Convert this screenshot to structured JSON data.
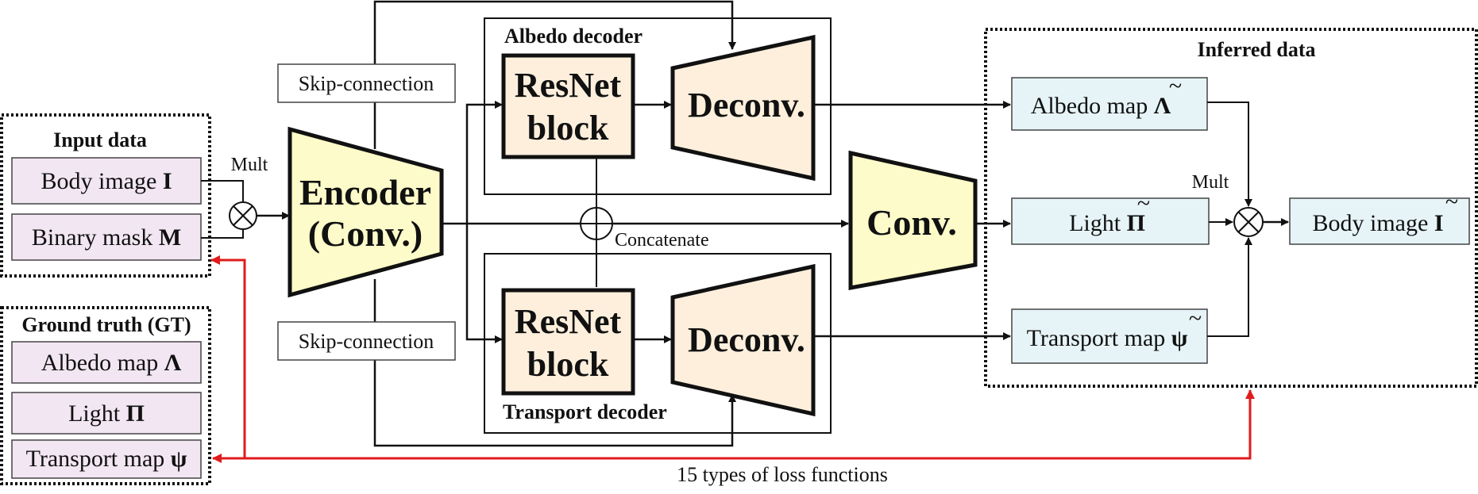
{
  "input": {
    "title": "Input data",
    "body_image": {
      "text": "Body image ",
      "sym": "I"
    },
    "binary_mask": {
      "text": "Binary mask ",
      "sym": "M"
    },
    "mult": "Mult"
  },
  "ground_truth": {
    "title": "Ground truth (GT)",
    "albedo": {
      "text": "Albedo map ",
      "sym": "Λ"
    },
    "light": {
      "text": "Light ",
      "sym": "Π"
    },
    "transport": {
      "text": "Transport map ",
      "sym": "ψ"
    }
  },
  "network": {
    "skip_top": "Skip-connection",
    "skip_bottom": "Skip-connection",
    "encoder_line1": "Encoder",
    "encoder_line2": "(Conv.)",
    "albedo_decoder": "Albedo decoder",
    "transport_decoder": "Transport decoder",
    "resnet_line1": "ResNet",
    "resnet_line2": "block",
    "deconv": "Deconv.",
    "concatenate": "Concatenate",
    "conv": "Conv."
  },
  "inferred": {
    "title": "Inferred data",
    "albedo": {
      "text": "Albedo map ",
      "sym": "Λ"
    },
    "light": {
      "text": "Light ",
      "sym": "Π"
    },
    "transport": {
      "text": "Transport map ",
      "sym": "ψ"
    },
    "body_image": {
      "text": "Body image ",
      "sym": "I"
    },
    "mult": "Mult",
    "tilde": "~"
  },
  "loss": {
    "label": "15 types of loss functions"
  },
  "colors": {
    "input_fill": "#f1e6f2",
    "inferred_fill": "#e6f4f7",
    "encoder_fill": "#fdfbc9",
    "decoder_fill": "#fdefdc",
    "loss_red": "#e01b1b"
  }
}
